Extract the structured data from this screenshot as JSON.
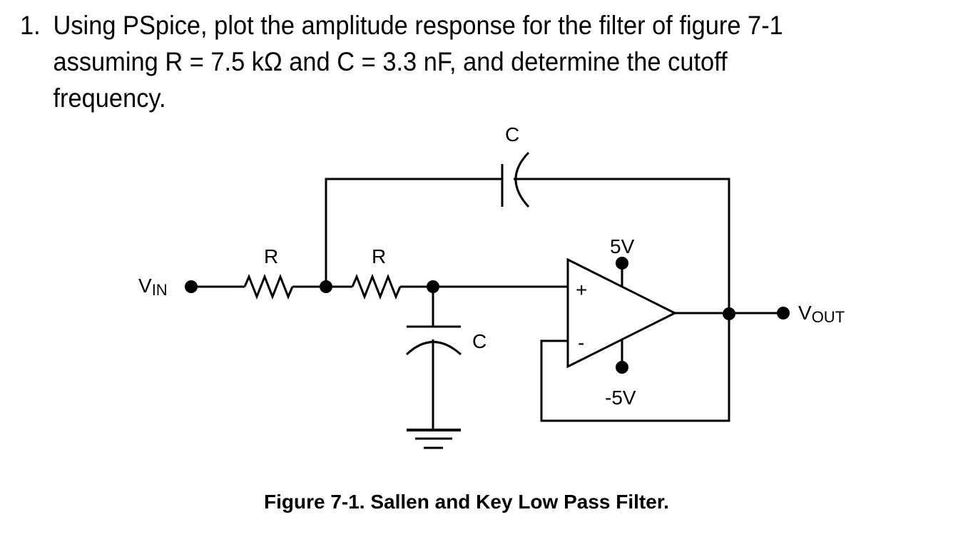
{
  "problem": {
    "number": "1.",
    "lines": [
      "Using PSpice, plot  the amplitude response for the filter of figure 7-1",
      "assuming R = 7.5 kΩ and C = 3.3 nF, and determine the cutoff",
      "frequency."
    ]
  },
  "circuit": {
    "labels": {
      "vin_main": "V",
      "vin_sub": "IN",
      "vout_main": "V",
      "vout_sub": "OUT",
      "r1": "R",
      "r2": "R",
      "c_feedback": "C",
      "c_ground": "C",
      "v_plus_supply": "5V",
      "v_minus_supply": "-5V",
      "noninverting": "+",
      "inverting": "-"
    }
  },
  "caption": "Figure 7-1. Sallen and Key Low Pass Filter."
}
